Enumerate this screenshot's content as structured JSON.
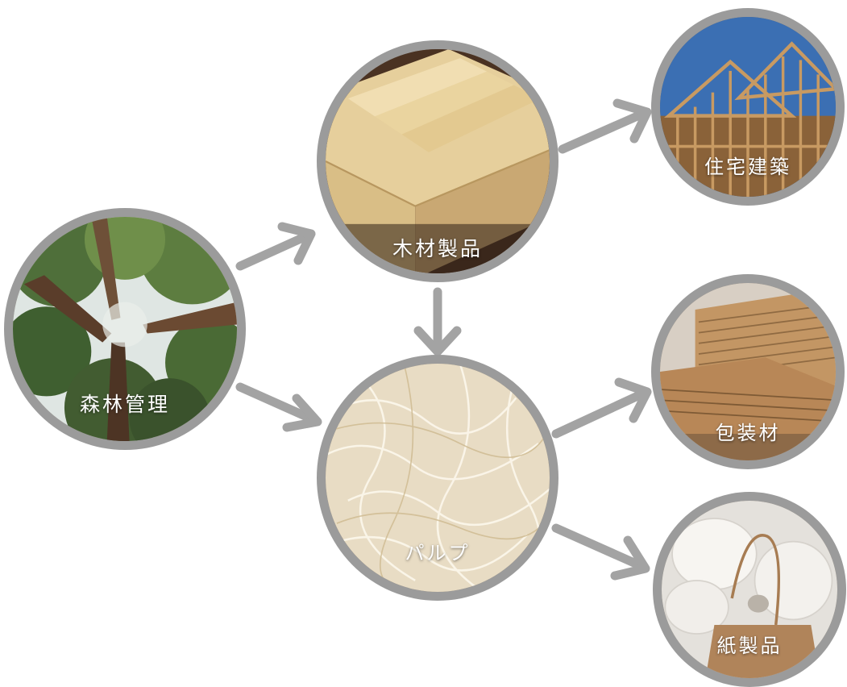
{
  "nodes": {
    "forest": {
      "label": "森林管理"
    },
    "lumber": {
      "label": "木材製品"
    },
    "pulp": {
      "label": "パルプ"
    },
    "house": {
      "label": "住宅建築"
    },
    "package": {
      "label": "包装材"
    },
    "paper": {
      "label": "紙製品"
    }
  },
  "colors": {
    "ring": "#9b9b9b",
    "arrow": "#a3a3a3",
    "label": "#ffffff"
  },
  "edges": [
    {
      "from": "森林管理",
      "to": "木材製品"
    },
    {
      "from": "森林管理",
      "to": "パルプ"
    },
    {
      "from": "木材製品",
      "to": "パルプ"
    },
    {
      "from": "木材製品",
      "to": "住宅建築"
    },
    {
      "from": "パルプ",
      "to": "包装材"
    },
    {
      "from": "パルプ",
      "to": "紙製品"
    }
  ]
}
